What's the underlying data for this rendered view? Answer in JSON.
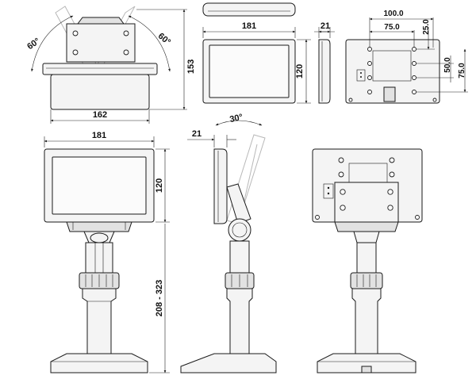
{
  "dimensions": {
    "top_angle_left": "60°",
    "top_angle_right": "60°",
    "top_height": "153",
    "top_width": "162",
    "front_small_width": "181",
    "front_small_height": "120",
    "side_small_depth": "21",
    "vesa_width": "100.0",
    "vesa_inner_width": "75.0",
    "vesa_top_offset": "25.0",
    "vesa_height": "50.0",
    "vesa_inner_height": "75.0",
    "front_large_width": "181",
    "front_large_height": "120",
    "stand_height": "208 - 323",
    "side_large_depth": "21",
    "tilt_angle": "30°"
  },
  "colors": {
    "line": "#1a1a1a",
    "ghost": "#b8b8b8",
    "fill": "#f4f4f4"
  }
}
